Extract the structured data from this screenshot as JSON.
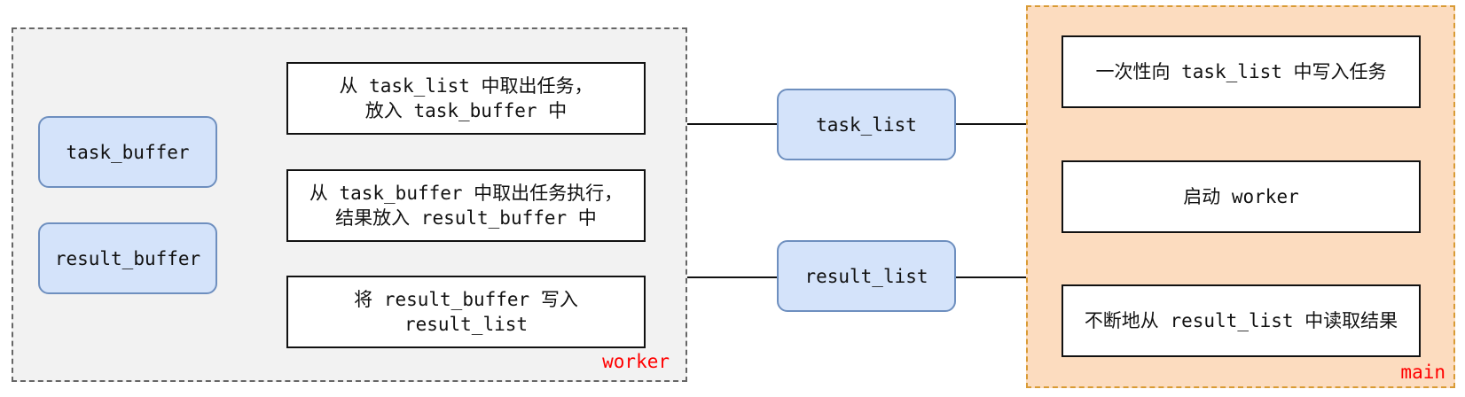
{
  "worker_group": {
    "label": "worker",
    "label_color": "#ff0000",
    "buffers": [
      "task_buffer",
      "result_buffer"
    ],
    "steps": [
      "从 task_list 中取出任务，\n放入 task_buffer 中",
      "从 task_buffer 中取出任务执行，\n结果放入 result_buffer 中",
      "将 result_buffer 写入\nresult_list"
    ]
  },
  "shared": {
    "task_list": "task_list",
    "result_list": "result_list"
  },
  "main_group": {
    "label": "main",
    "label_color": "#ff0000",
    "steps": [
      "一次性向 task_list 中写入任务",
      "启动 worker",
      "不断地从 result_list 中读取结果"
    ]
  },
  "colors": {
    "shared_fill": "#d4e3fa",
    "worker_fill": "#f2f2f2",
    "main_fill": "#fcdcbf"
  }
}
